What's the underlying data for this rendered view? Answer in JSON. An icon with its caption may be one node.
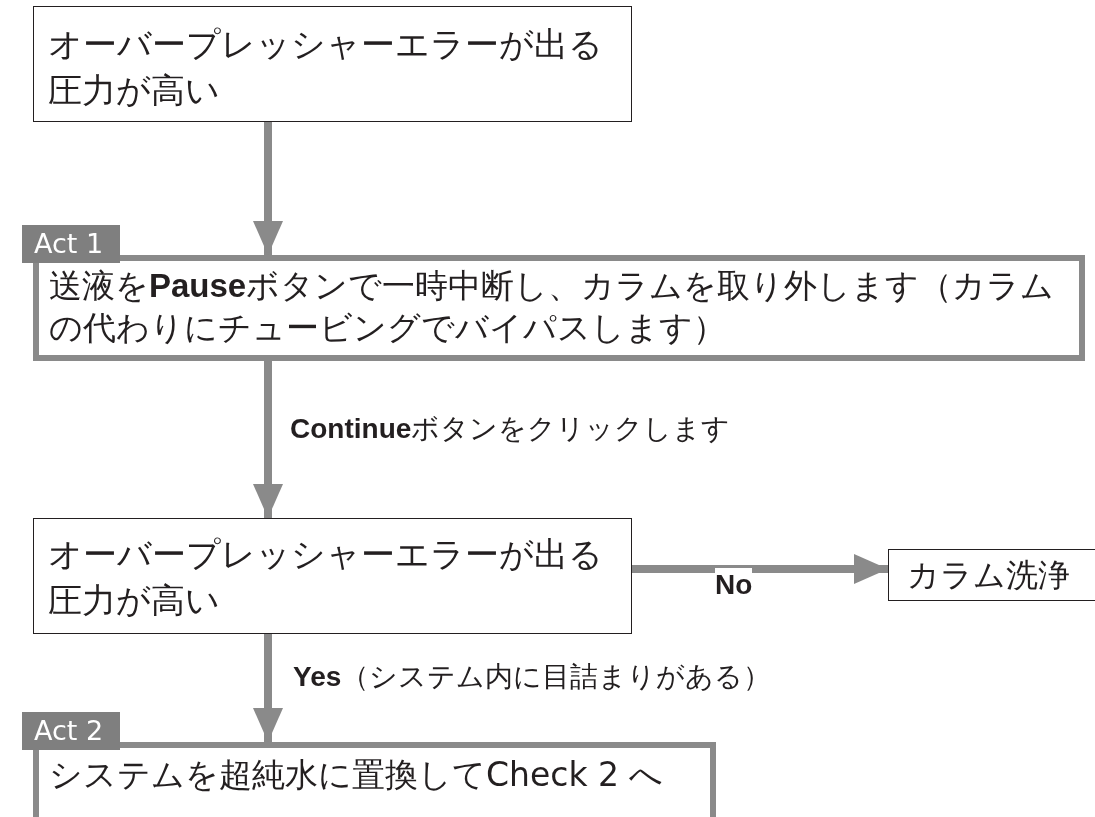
{
  "diagram": {
    "nodes": [
      {
        "text": [
          "オーバープレッシャーエラーが出る",
          "圧力が高い"
        ]
      },
      {
        "text": [
          "Act 1",
          "送液を**Pause**ボタンで一時中断し、カラムを取り外します（カラムの代わりにチュービングでバイパスします）"
        ]
      },
      {
        "text": [
          "オーバープレッシャーエラーが出る",
          "圧力が高い"
        ]
      },
      {
        "text": [
          "カラム洗浄"
        ]
      },
      {
        "text": [
          "Act 2",
          "システムを超純水に置換してCheck 2 へ"
        ]
      }
    ],
    "edges": [
      {
        "from": 0,
        "to": 1,
        "arrow": "to"
      },
      {
        "from": 1,
        "to": 2,
        "arrow": "to",
        "label": "**Continue**ボタンをクリックします"
      },
      {
        "from": 2,
        "to": 3,
        "arrow": "to",
        "label": "No"
      },
      {
        "from": 2,
        "to": 4,
        "arrow": "to",
        "label": "**Yes**（システム内に目詰まりがある）"
      }
    ]
  }
}
